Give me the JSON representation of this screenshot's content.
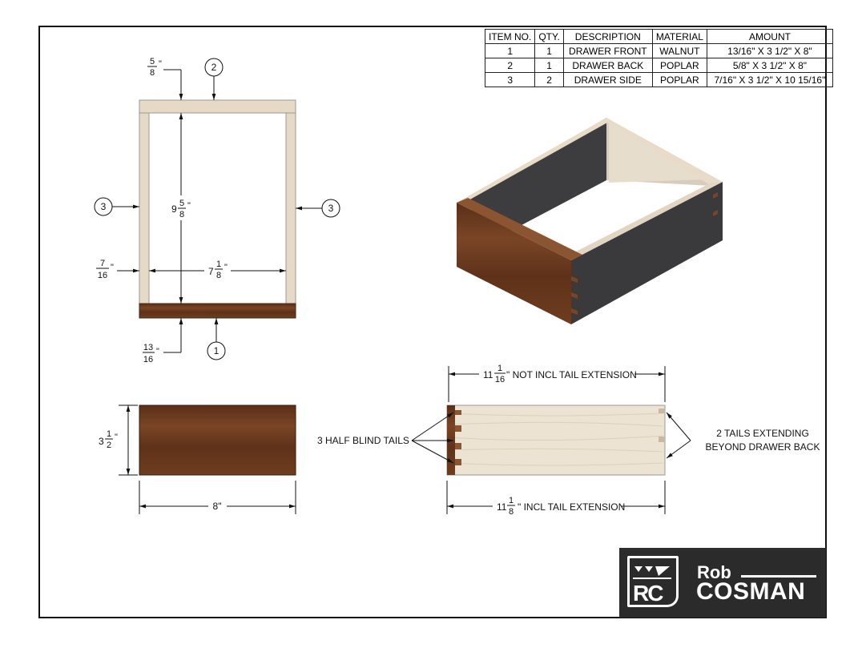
{
  "bom": {
    "headers": [
      "ITEM NO.",
      "QTY.",
      "DESCRIPTION",
      "MATERIAL",
      "AMOUNT"
    ],
    "rows": [
      [
        "1",
        "1",
        "DRAWER FRONT",
        "WALNUT",
        "13/16\" X 3 1/2\" X 8\""
      ],
      [
        "2",
        "1",
        "DRAWER BACK",
        "POPLAR",
        "5/8\" X 3 1/2\" X 8\""
      ],
      [
        "3",
        "2",
        "DRAWER SIDE",
        "POPLAR",
        "7/16\" X 3 1/2\" X 10 15/16\""
      ]
    ]
  },
  "top_view": {
    "back_thickness": {
      "num": "5",
      "den": "8"
    },
    "inside_length": {
      "whole": "9",
      "num": "5",
      "den": "8"
    },
    "side_thickness": {
      "num": "7",
      "den": "16"
    },
    "inside_width": {
      "whole": "7",
      "num": "1",
      "den": "8"
    },
    "front_thickness": {
      "num": "13",
      "den": "16"
    },
    "balloons": {
      "front": "1",
      "back": "2",
      "side_left": "3",
      "side_right": "3"
    }
  },
  "front_view": {
    "height": {
      "whole": "3",
      "num": "1",
      "den": "2"
    },
    "width": "8\""
  },
  "side_view": {
    "length_top": {
      "whole": "11",
      "num": "1",
      "den": "16",
      "suffix": "\" NOT INCL TAIL EXTENSION"
    },
    "length_bottom": {
      "whole": "11",
      "num": "1",
      "den": "8",
      "suffix": "\" INCL TAIL EXTENSION"
    },
    "note_left": "3 HALF BLIND TAILS",
    "note_right_1": "2 TAILS EXTENDING",
    "note_right_2": "BEYOND DRAWER BACK"
  },
  "logo": {
    "mark": "RC",
    "first": "Rob",
    "last": "COSMAN"
  },
  "inch": "\"",
  "colors": {
    "walnut": "#6b3a1f",
    "poplar": "#e8dcc8",
    "dark": "#3a3a3c"
  }
}
